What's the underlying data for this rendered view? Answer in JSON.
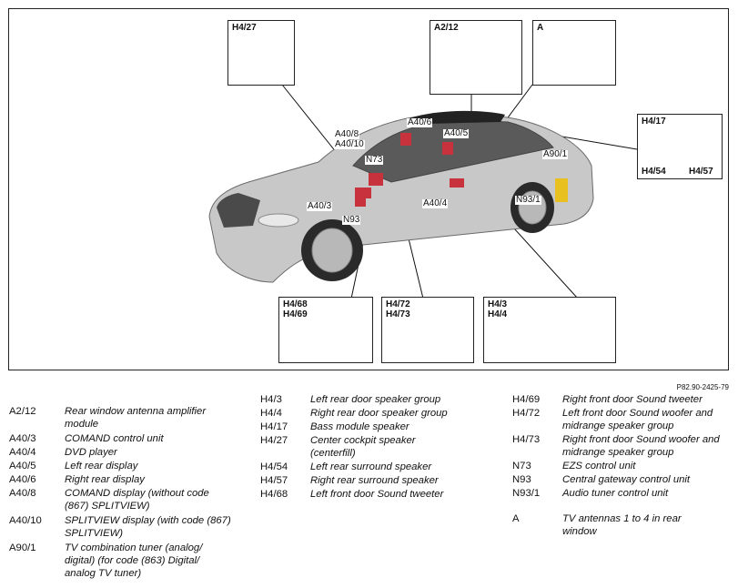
{
  "diagram": {
    "figure_id": "P82.90-2425-79",
    "callouts": {
      "h4_27": "H4/27",
      "a2_12": "A2/12",
      "a": "A",
      "h4_17_box": {
        "top": "H4/17",
        "bottom_left": "H4/54",
        "bottom_right": "H4/57"
      },
      "h4_68_69": "H4/68\nH4/69",
      "h4_72_73": "H4/72\nH4/73",
      "h4_3_4": "H4/3\nH4/4"
    },
    "car_labels": {
      "a40_8": "A40/8",
      "a40_10": "A40/10",
      "a40_6": "A40/6",
      "a40_5": "A40/5",
      "n73": "N73",
      "a90_1": "A90/1",
      "n93_1": "N93/1",
      "a40_4": "A40/4",
      "a40_3": "A40/3",
      "n93": "N93"
    },
    "colors": {
      "car_body": "#c8c8c8",
      "component_red": "#c8323c",
      "component_yellow": "#e8c020",
      "line": "#111111"
    }
  },
  "legend": {
    "col1": [
      {
        "code": "A2/12",
        "desc": "Rear window antenna amplifier module"
      },
      {
        "code": "A40/3",
        "desc": "COMAND control unit"
      },
      {
        "code": "A40/4",
        "desc": "DVD player"
      },
      {
        "code": "A40/5",
        "desc": "Left rear display"
      },
      {
        "code": "A40/6",
        "desc": "Right rear display"
      },
      {
        "code": "A40/8",
        "desc": "COMAND display (without code (867) SPLITVIEW)"
      },
      {
        "code": "A40/10",
        "desc": "SPLITVIEW display (with code (867) SPLITVIEW)"
      },
      {
        "code": "A90/1",
        "desc": "TV combination tuner (analog/ digital) (for code (863) Digital/ analog TV tuner)"
      }
    ],
    "col2": [
      {
        "code": "H4/3",
        "desc": "Left rear door speaker group"
      },
      {
        "code": "H4/4",
        "desc": "Right rear door speaker group"
      },
      {
        "code": "H4/17",
        "desc": "Bass module speaker"
      },
      {
        "code": "H4/27",
        "desc": "Center cockpit speaker (centerfill)"
      },
      {
        "code": "H4/54",
        "desc": "Left rear surround speaker"
      },
      {
        "code": "H4/57",
        "desc": "Right rear surround speaker"
      },
      {
        "code": "H4/68",
        "desc": "Left front door Sound tweeter"
      }
    ],
    "col3": [
      {
        "code": "H4/69",
        "desc": "Right front door Sound tweeter"
      },
      {
        "code": "H4/72",
        "desc": "Left front door Sound woofer and midrange speaker group"
      },
      {
        "code": "H4/73",
        "desc": "Right front door Sound woofer and midrange speaker group"
      },
      {
        "code": "N73",
        "desc": "EZS control unit"
      },
      {
        "code": "N93",
        "desc": "Central gateway control unit"
      },
      {
        "code": "N93/1",
        "desc": "Audio tuner control unit"
      },
      {
        "code": "A",
        "desc": "TV antennas 1 to 4 in rear window"
      }
    ]
  }
}
